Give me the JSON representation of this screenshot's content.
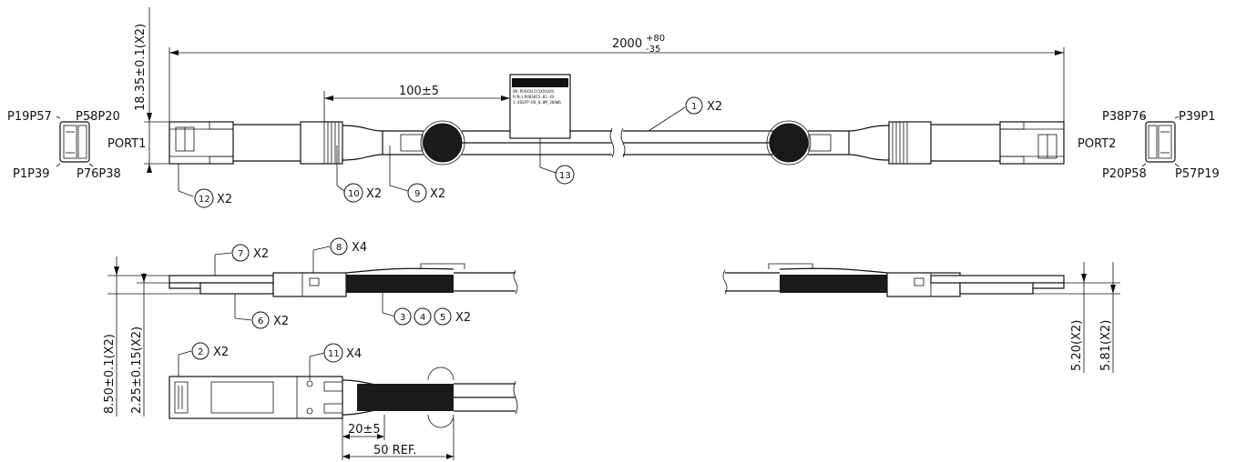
{
  "dimensions": {
    "total_length": "2000",
    "total_length_tol_plus": "+80",
    "total_length_tol_minus": "-35",
    "height_left": "18.35±0.1(X2)",
    "label_offset": "100±5",
    "side_thickness": "8.50±0.1(X2)",
    "side_offset": "2.25±0.15(X2)",
    "right_a": "5.20(X2)",
    "right_b": "5.81(X2)",
    "strain_len": "20±5",
    "ref_len": "50 REF."
  },
  "ports": {
    "port1": "PORT1",
    "port2": "PORT2",
    "left_tl": "P19P57",
    "left_tr": "P58P20",
    "left_bl": "P1P39",
    "left_br": "P76P38",
    "right_tl": "P38P76",
    "right_tr": "P39P1",
    "right_bl": "P20P58",
    "right_br": "P57P19"
  },
  "callouts": {
    "c1": {
      "num": "1",
      "qty": "X2"
    },
    "c2": {
      "num": "2",
      "qty": "X2"
    },
    "c345": {
      "num3": "3",
      "num4": "4",
      "num5": "5",
      "qty": "X2"
    },
    "c6": {
      "num": "6",
      "qty": "X2"
    },
    "c7": {
      "num": "7",
      "qty": "X2"
    },
    "c8": {
      "num": "8",
      "qty": "X4"
    },
    "c9": {
      "num": "9",
      "qty": "X2"
    },
    "c10": {
      "num": "10",
      "qty": "X2"
    },
    "c11": {
      "num": "11",
      "qty": "X4"
    },
    "c12": {
      "num": "12",
      "qty": "X2"
    },
    "c13": {
      "num": "13"
    }
  },
  "label_lines": [
    "SN:PUXXXX1Y1XXXXXX",
    "P/N:LPU03015-02-XX",
    "1.4QSFP-DD_0.0M_28AWG"
  ]
}
